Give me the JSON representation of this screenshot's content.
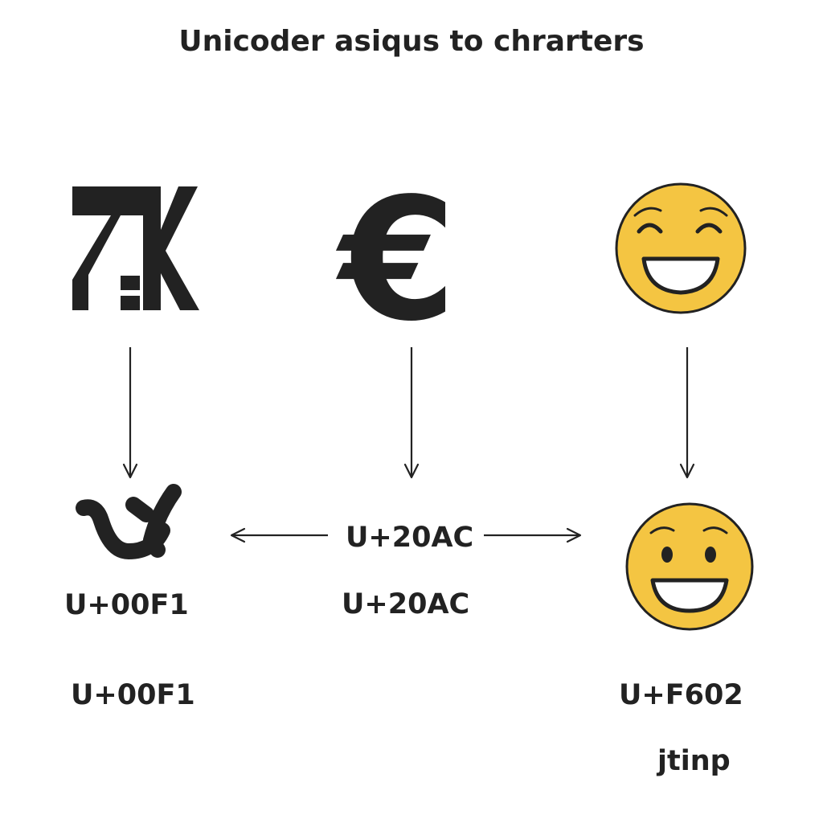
{
  "title": "Unicoder asiqus to chrarters",
  "labels": {
    "mid_top": "U+20AC",
    "mid_bottom": "U+20AC",
    "left_top": "U+00F1",
    "left_bottom": "U+00F1",
    "right_top": "U+F602",
    "right_bottom": "jtinp"
  },
  "glyphs": {
    "left_top": "7K-glyph-icon",
    "left_bottom": "u-hook-glyph-icon",
    "mid_top": "euro-sign-icon",
    "right_top": "grinning-face-icon",
    "right_bottom": "smiling-face-icon"
  },
  "colors": {
    "ink": "#222222",
    "emoji_fill": "#F4C542",
    "emoji_stroke": "#222222",
    "background": "#FFFFFF"
  }
}
